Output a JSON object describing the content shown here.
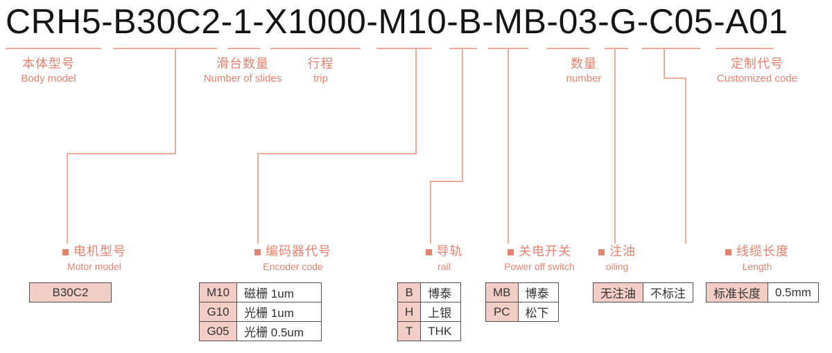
{
  "title_code": "CRH5-B30C2-1-X1000-M10-B-MB-03-G-C05-A01",
  "colors": {
    "accent": "#E3836F",
    "line": "#EDAB99",
    "cell_bg": "#F2CEC6",
    "border": "#4f4f4f",
    "ink": "#141414",
    "cell_text": "#333333"
  },
  "top_labels": {
    "body_model": {
      "zh": "本体型号",
      "en": "Body model"
    },
    "slides": {
      "zh": "滑台数量",
      "en": "Number of slides"
    },
    "trip": {
      "zh": "行程",
      "en": "trip"
    },
    "number": {
      "zh": "数量",
      "en": "number"
    },
    "customized": {
      "zh": "定制代号",
      "en": "Customized code"
    }
  },
  "sections": {
    "motor": {
      "zh": "电机型号",
      "en": "Motor model",
      "rows": [
        [
          "B30C2"
        ]
      ]
    },
    "encoder": {
      "zh": "编码器代号",
      "en": "Encoder code",
      "rows": [
        [
          "M10",
          "磁栅 1um"
        ],
        [
          "G10",
          "光栅 1um"
        ],
        [
          "G05",
          "光栅 0.5um"
        ]
      ]
    },
    "rail": {
      "zh": "导轨",
      "en": "rail",
      "rows": [
        [
          "B",
          "博泰"
        ],
        [
          "H",
          "上银"
        ],
        [
          "T",
          "THK"
        ]
      ]
    },
    "power_off_switch": {
      "zh": "关电开关",
      "en": "Power off switch",
      "rows": [
        [
          "MB",
          "博泰"
        ],
        [
          "PC",
          "松下"
        ]
      ]
    },
    "oiling": {
      "zh": "注油",
      "en": "oiling",
      "rows": [
        [
          "无注油",
          "不标注"
        ]
      ]
    },
    "cable_length": {
      "zh": "线缆长度",
      "en": "Length",
      "rows": [
        [
          "标准长度",
          "0.5mm"
        ]
      ]
    }
  }
}
